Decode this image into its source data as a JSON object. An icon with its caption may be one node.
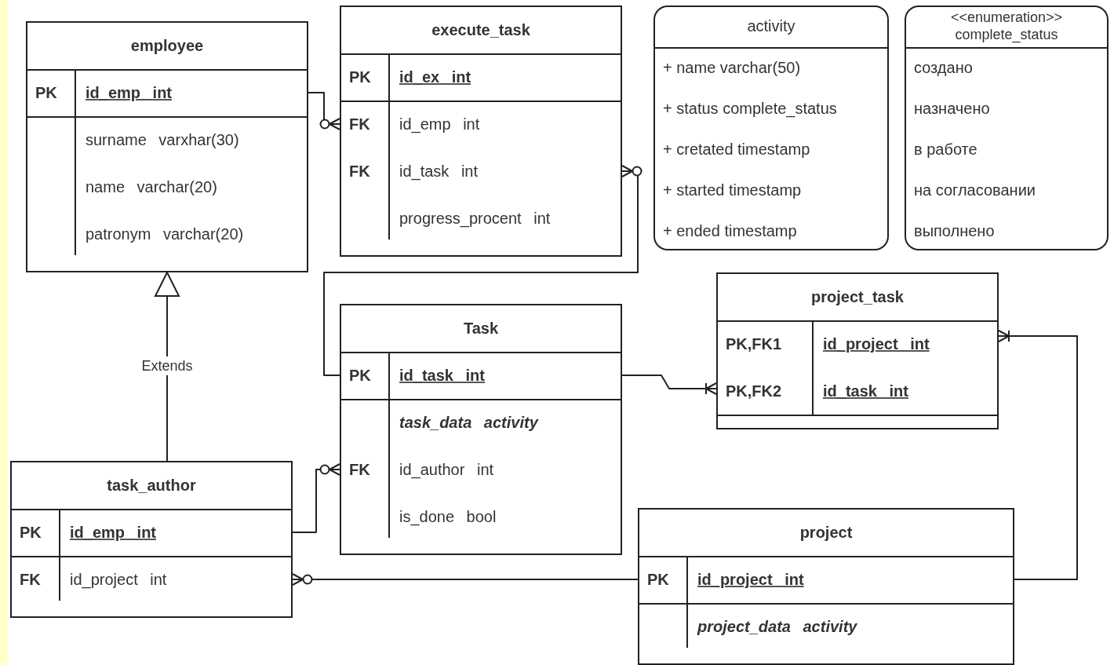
{
  "diagram": {
    "nodes": [
      {
        "text": [
          "employee",
          "PK",
          "id_emp int",
          "surname varxhar(30)",
          "name varchar(20)",
          "patronym varchar(20)"
        ]
      },
      {
        "text": [
          "execute_task",
          "PK",
          "id_ex int",
          "FK",
          "id_emp int",
          "FK",
          "id_task int",
          "progress_procent int"
        ]
      },
      {
        "text": [
          "activity",
          "+ name varchar(50)",
          "+ status complete_status",
          "+ cretated timestamp",
          "+ started timestamp",
          "+ ended timestamp"
        ]
      },
      {
        "text": [
          "<<enumeration>> complete_status",
          "создано",
          "назначено",
          "в работе",
          "на согласовании",
          "выполнено"
        ]
      },
      {
        "text": [
          "project_task",
          "PK,FK1",
          "id_project int",
          "PK,FK2",
          "id_task int"
        ]
      },
      {
        "text": [
          "Task",
          "PK",
          "id_task int",
          "task_data activity",
          "FK",
          "id_author int",
          "is_done bool"
        ]
      },
      {
        "text": [
          "task_author",
          "PK",
          "id_emp int",
          "FK",
          "id_project int"
        ]
      },
      {
        "text": [
          "project",
          "PK",
          "id_project int",
          "project_data activity"
        ]
      }
    ],
    "edges": [
      {
        "from": 0,
        "to": 1,
        "arrow": "other"
      },
      {
        "from": 1,
        "to": 5,
        "arrow": "other"
      },
      {
        "from": 6,
        "to": 5,
        "arrow": "other"
      },
      {
        "from": 5,
        "to": 4,
        "arrow": "other"
      },
      {
        "from": 7,
        "to": 6,
        "arrow": "other"
      },
      {
        "from": 7,
        "to": 4,
        "arrow": "other"
      },
      {
        "from": 6,
        "to": 0,
        "arrow": "to",
        "label": "Extends"
      }
    ]
  }
}
